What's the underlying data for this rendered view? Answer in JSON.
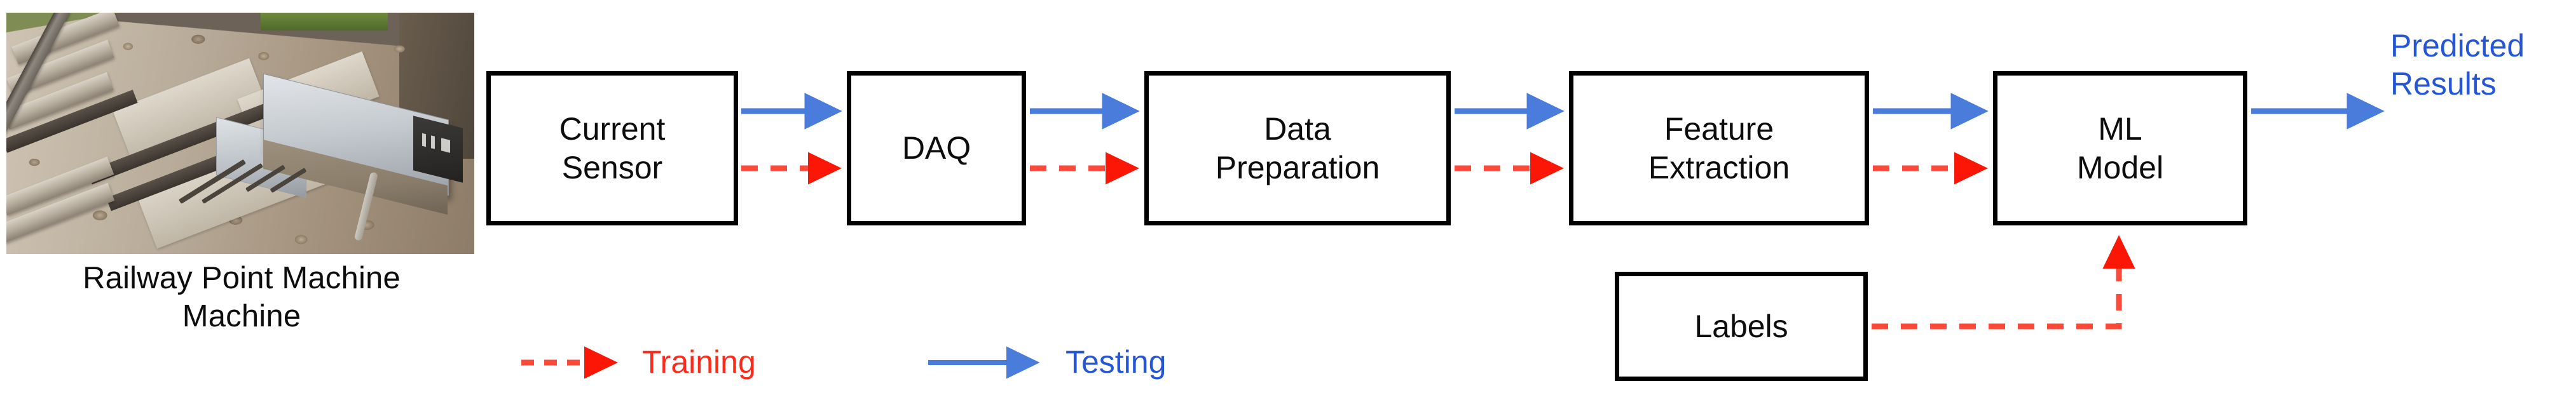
{
  "figure": {
    "type": "pipeline-flow-diagram",
    "background": "#ffffff"
  },
  "source": {
    "photo_alt": "railway-point-machine-photo",
    "caption_line1": "Railway Point Machine",
    "caption_line2": "Machine"
  },
  "pipeline": {
    "nodes": [
      {
        "id": "current-sensor",
        "line1": "Current",
        "line2": "Sensor"
      },
      {
        "id": "daq",
        "line1": "DAQ",
        "line2": ""
      },
      {
        "id": "data-preparation",
        "line1": "Data",
        "line2": "Preparation"
      },
      {
        "id": "feature-extraction",
        "line1": "Feature",
        "line2": "Extraction"
      },
      {
        "id": "ml-model",
        "line1": "ML",
        "line2": "Model"
      }
    ],
    "aux_nodes": [
      {
        "id": "labels",
        "line1": "Labels",
        "line2": ""
      }
    ]
  },
  "output": {
    "line1": "Predicted",
    "line2": "Results"
  },
  "legend": {
    "items": [
      {
        "id": "training",
        "label": "Training",
        "color": "#ff2a1a",
        "style": "dashed"
      },
      {
        "id": "testing",
        "label": "Testing",
        "color": "#4a7ddb",
        "style": "solid"
      }
    ]
  },
  "colors": {
    "training_red": "#ff2a1a",
    "testing_blue": "#4a7ddb",
    "output_blue": "#2556d4",
    "node_border": "#000000",
    "text": "#0d0d0d"
  }
}
